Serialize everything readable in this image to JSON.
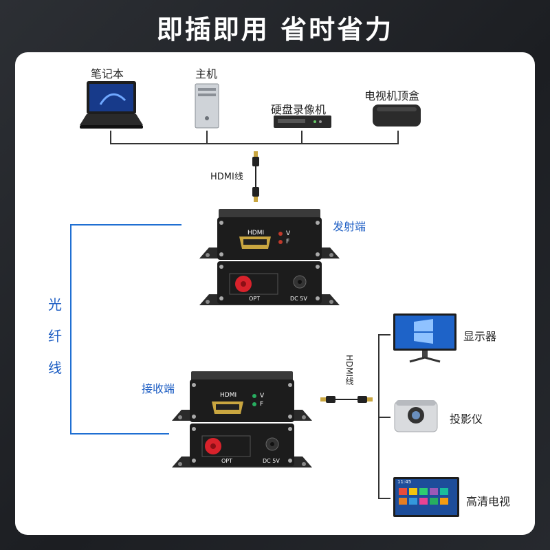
{
  "header": {
    "title": "即插即用 省时省力"
  },
  "sources": {
    "laptop": "笔记本",
    "host": "主机",
    "dvr": "硬盘录像机",
    "settop": "电视机顶盒"
  },
  "cables": {
    "top": "HDMI线",
    "right": "HDMI线"
  },
  "transmitter": {
    "label": "发射端",
    "port_hdmi": "HDMI",
    "led_v": "V",
    "led_f": "F",
    "port_opt": "OPT",
    "port_dc": "DC 5V"
  },
  "receiver": {
    "label": "接收端",
    "port_hdmi": "HDMI",
    "led_v": "V",
    "led_f": "F",
    "port_opt": "OPT",
    "port_dc": "DC 5V"
  },
  "fiber": {
    "label": "光纤线"
  },
  "displays": {
    "monitor": "显示器",
    "projector": "投影仪",
    "hdtv": "高清电视"
  },
  "tv_screen": {
    "time": "11:45"
  },
  "colors": {
    "fiber_line": "#1f6fd2",
    "blue_label": "#1f5fc4",
    "device_body": "#1c1c1c",
    "opt_port": "#d8222b",
    "led_red": "#c0392b",
    "led_green": "#27ae60"
  }
}
